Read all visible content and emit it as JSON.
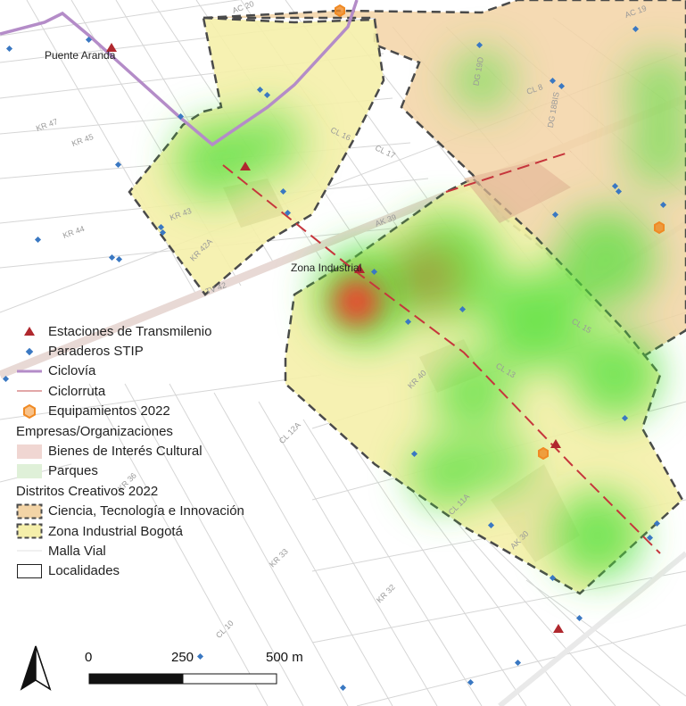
{
  "map": {
    "place_labels": [
      {
        "id": "puente-aranda",
        "text": "Puente Aranda"
      },
      {
        "id": "zona-industrial",
        "text": "Zona Industrial"
      }
    ],
    "colors": {
      "ciencia_fill": "#f3d4a6",
      "ciencia_stroke": "#4a4a4a",
      "zona_fill": "#f5efaa",
      "heat_green": "#4fe038",
      "heat_red": "#f23a2b",
      "transmilenio": "#b0282e",
      "stip": "#3a78c2",
      "ciclovia": "#b48cc8",
      "ciclorruta": "#c6363c",
      "equipamiento": "#f08a24",
      "bic": "#f0d6d2",
      "parques": "#dff0d8"
    },
    "street_labels": [
      "AC 20",
      "AC 19",
      "KR 47",
      "KR 45",
      "CL 17",
      "CL 16",
      "KR 43",
      "AK 39",
      "CL 15",
      "CL 13",
      "KR 40",
      "CL 12A",
      "KR 36",
      "CL 11A",
      "KR 33",
      "CL 10",
      "AK 30",
      "KR 32",
      "CL 8",
      "DG 19D",
      "DG 18BIS",
      "TV 42",
      "KR 44",
      "KR 42A"
    ]
  },
  "legend": {
    "items": [
      {
        "id": "transmilenio",
        "label": "Estaciones de Transmilenio",
        "icon": "triangle-icon"
      },
      {
        "id": "stip",
        "label": "Paraderos STIP",
        "icon": "diamond-icon"
      },
      {
        "id": "ciclovia",
        "label": "Ciclovía",
        "icon": "line-icon"
      },
      {
        "id": "ciclorruta",
        "label": "Ciclorruta",
        "icon": "line-icon"
      },
      {
        "id": "equipamientos",
        "label": "Equipamientos 2022",
        "icon": "hexagon-icon"
      }
    ],
    "group1_title": "Empresas/Organizaciones",
    "group1": [
      {
        "id": "bic",
        "label": "Bienes de Interés Cultural"
      },
      {
        "id": "parques",
        "label": "Parques"
      }
    ],
    "group2_title": "Distritos Creativos 2022",
    "group2": [
      {
        "id": "ciencia",
        "label": "Ciencia, Tecnología e Innovación"
      },
      {
        "id": "zona",
        "label": "Zona Industrial Bogotá"
      }
    ],
    "malla_vial": "Malla Vial",
    "localidades": "Localidades"
  },
  "scale_bar": {
    "tick0": "0",
    "tick1": "250",
    "tick2": "500 m"
  },
  "north_arrow": {
    "icon": "north-arrow-icon"
  }
}
